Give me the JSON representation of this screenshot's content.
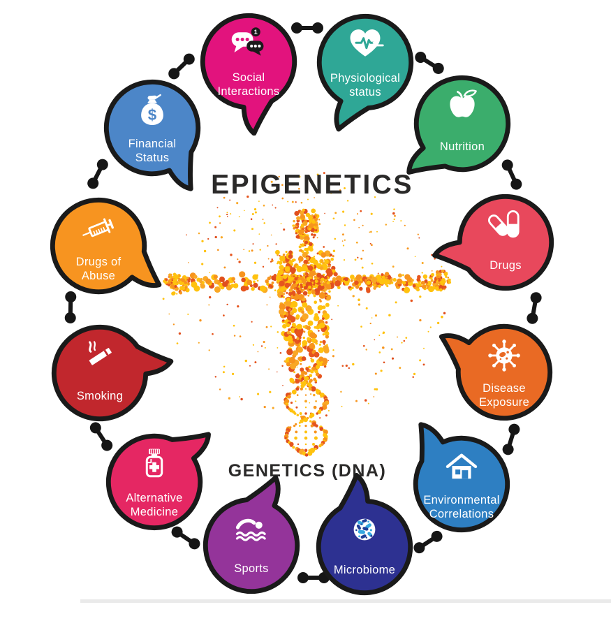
{
  "title": "EPIGENETICS",
  "subtitle": "GENETICS (DNA)",
  "bubbles": [
    {
      "label": "Social\nInteractions",
      "color": "#E2137D",
      "icon": "chat-bubbles-icon",
      "badge": "1"
    },
    {
      "label": "Physiological\nstatus",
      "color": "#2FA796",
      "icon": "heart-pulse-icon"
    },
    {
      "label": "Nutrition",
      "color": "#3BAD6C",
      "icon": "apple-icon"
    },
    {
      "label": "Drugs",
      "color": "#E8485C",
      "icon": "pills-icon"
    },
    {
      "label": "Disease\nExposure",
      "color": "#E96A24",
      "icon": "virus-icon"
    },
    {
      "label": "Environmental\nCorrelations",
      "color": "#2E7FC2",
      "icon": "house-icon"
    },
    {
      "label": "Microbiome",
      "color": "#2D3191",
      "icon": "microbes-icon",
      "icon_accent": "#35A8E0",
      "icon_accent2": "#1E3F97"
    },
    {
      "label": "Sports",
      "color": "#94349A",
      "icon": "swimmer-icon"
    },
    {
      "label": "Alternative\nMedicine",
      "color": "#E52763",
      "icon": "medicine-bottle-icon"
    },
    {
      "label": "Smoking",
      "color": "#C1272D",
      "icon": "cigarette-icon"
    },
    {
      "label": "Drugs of\nAbuse",
      "color": "#F79420",
      "icon": "syringe-icon"
    },
    {
      "label": "Financial\nStatus",
      "color": "#4C86C8",
      "icon": "money-bag-icon",
      "currency": "$"
    }
  ],
  "outline_color": "#1a1a1a",
  "figure": {
    "palette": [
      "#FFC20E",
      "#FFC20E",
      "#F9A825",
      "#F7941D",
      "#FFC20E",
      "#E6551E",
      "#F7941D",
      "#E04F1E"
    ]
  }
}
